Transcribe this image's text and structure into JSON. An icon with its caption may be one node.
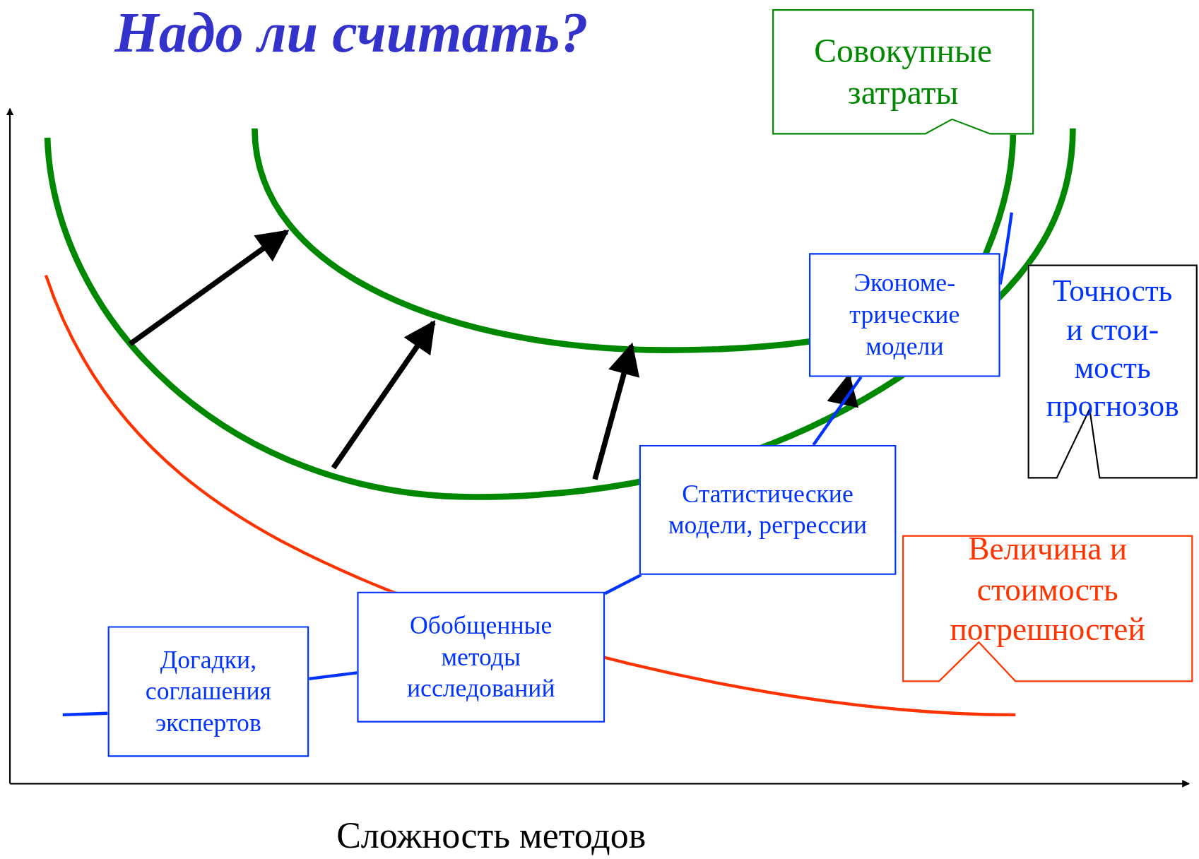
{
  "diagram": {
    "title": "Надо ли считать?",
    "nodes": [
      {
        "text": [
          "Совокупные затраты"
        ]
      },
      {
        "text": [
          "Экономе- трические модели"
        ]
      },
      {
        "text": [
          "Точность и стои- мость прогнозов"
        ]
      },
      {
        "text": [
          "Статистические модели, регрессии"
        ]
      },
      {
        "text": [
          "Величина и стоимость погрешностей"
        ]
      },
      {
        "text": [
          "Обобщенные методы исследований"
        ]
      },
      {
        "text": [
          "Догадки, соглашения экспертов"
        ]
      }
    ],
    "edges": [
      {
        "from": 6,
        "to": 5,
        "arrow": "none"
      },
      {
        "from": 5,
        "to": 3,
        "arrow": "none"
      },
      {
        "from": 3,
        "to": 1,
        "arrow": "none"
      }
    ],
    "labels": [
      "Сложность методов"
    ]
  }
}
